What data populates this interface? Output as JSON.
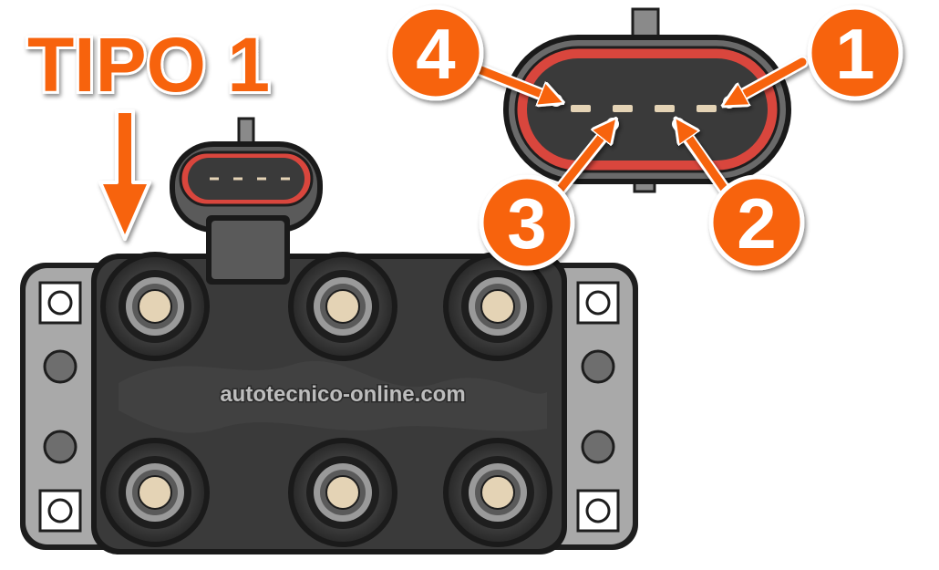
{
  "title": "TIPO 1",
  "watermark": "autotecnico-online.com",
  "pins": [
    {
      "number": "1"
    },
    {
      "number": "2"
    },
    {
      "number": "3"
    },
    {
      "number": "4"
    }
  ],
  "colors": {
    "accent": "#f7630c",
    "label_text": "#ffffff",
    "coil_body": "#3a3a3a",
    "coil_frame": "#a9a9a9",
    "connector_seal": "#d9463d",
    "terminal_post": "#e4d3b5"
  }
}
